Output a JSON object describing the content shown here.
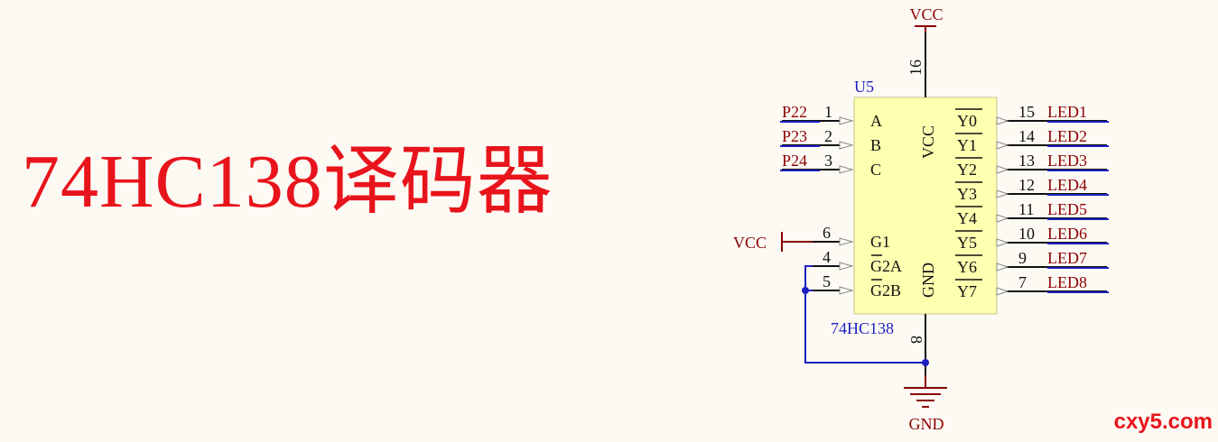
{
  "title": "74HC138译码器",
  "watermark": "cxy5.com",
  "colors": {
    "background": "#fdfaf4",
    "title": "#e8141c",
    "chip_fill": "#ffffb0",
    "wire_blue": "#1b1fc0",
    "net_red": "#8b0000",
    "text_dark": "#111111"
  },
  "chip": {
    "ref": "U5",
    "part": "74HC138",
    "inputs": [
      {
        "net": "P22",
        "pin": "1",
        "name": "A"
      },
      {
        "net": "P23",
        "pin": "2",
        "name": "B"
      },
      {
        "net": "P24",
        "pin": "3",
        "name": "C"
      }
    ],
    "enables": [
      {
        "pin": "6",
        "name": "G1",
        "net": "VCC"
      },
      {
        "pin": "4",
        "name": "G2A",
        "net": ""
      },
      {
        "pin": "5",
        "name": "G2B",
        "net": ""
      }
    ],
    "outputs": [
      {
        "name": "Y0",
        "pin": "15",
        "net": "LED1"
      },
      {
        "name": "Y1",
        "pin": "14",
        "net": "LED2"
      },
      {
        "name": "Y2",
        "pin": "13",
        "net": "LED3"
      },
      {
        "name": "Y3",
        "pin": "12",
        "net": "LED4"
      },
      {
        "name": "Y4",
        "pin": "11",
        "net": "LED5"
      },
      {
        "name": "Y5",
        "pin": "10",
        "net": "LED6"
      },
      {
        "name": "Y6",
        "pin": "9",
        "net": "LED7"
      },
      {
        "name": "Y7",
        "pin": "7",
        "net": "LED8"
      }
    ],
    "power": {
      "name": "VCC",
      "pin": "16",
      "net": "VCC"
    },
    "ground": {
      "name": "GND",
      "pin": "8",
      "net": "GND"
    }
  }
}
